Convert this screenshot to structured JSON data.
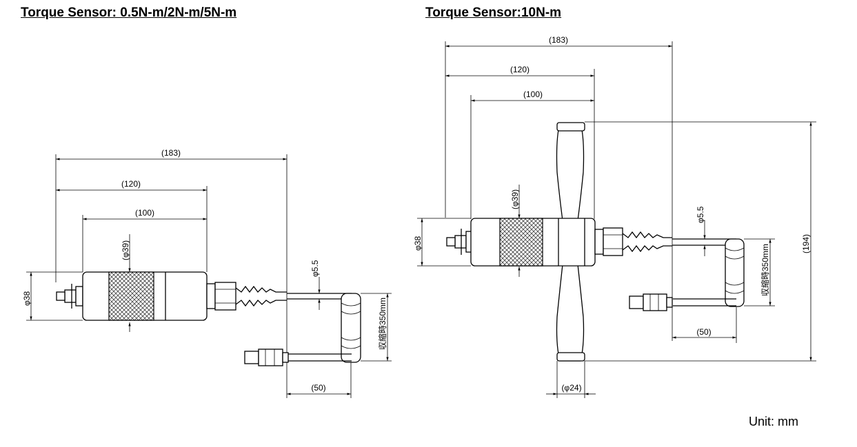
{
  "titles": {
    "left": "Torque Sensor: 0.5N-m/2N-m/5N-m",
    "right": "Torque Sensor:10N-m"
  },
  "unit": "Unit:  mm",
  "left": {
    "len_183": "(183)",
    "len_120": "(120)",
    "len_100": "(100)",
    "dia_39": "(φ39)",
    "dia_38": "φ38",
    "dia_5_5": "φ5.5",
    "cable_350": "収縮時350mm",
    "len_50": "(50)"
  },
  "right": {
    "len_183": "(183)",
    "len_120": "(120)",
    "len_100": "(100)",
    "dia_39": "(φ39)",
    "dia_38": "φ38",
    "dia_5_5": "φ5.5",
    "cable_350": "収縮時350mm",
    "len_50": "(50)",
    "len_194": "(194)",
    "dia_24": "(φ24)"
  }
}
